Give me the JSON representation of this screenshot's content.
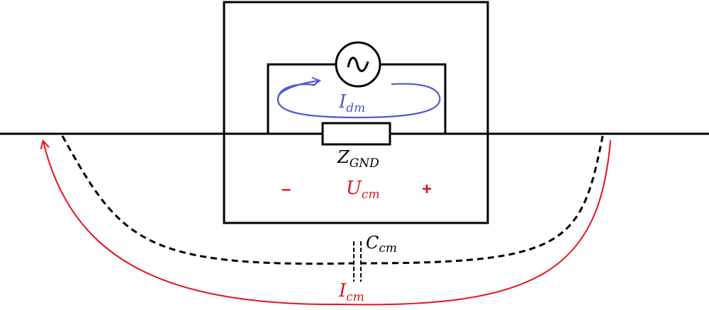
{
  "colors": {
    "wire": "#000000",
    "dm_loop": "#4f5bd5",
    "cm_loop": "#e8111b",
    "background": "#ffffff"
  },
  "source": {
    "icon": "ac-source-sine-icon"
  },
  "labels": {
    "idm_main": "I",
    "idm_sub": "dm",
    "zgnd_main": "Z",
    "zgnd_sub": "GND",
    "ucm_main": "U",
    "ucm_sub": "cm",
    "ccm_main": "C",
    "ccm_sub": "cm",
    "icm_main": "I",
    "icm_sub": "cm",
    "minus_sign": "–",
    "plus_sign": "+"
  }
}
